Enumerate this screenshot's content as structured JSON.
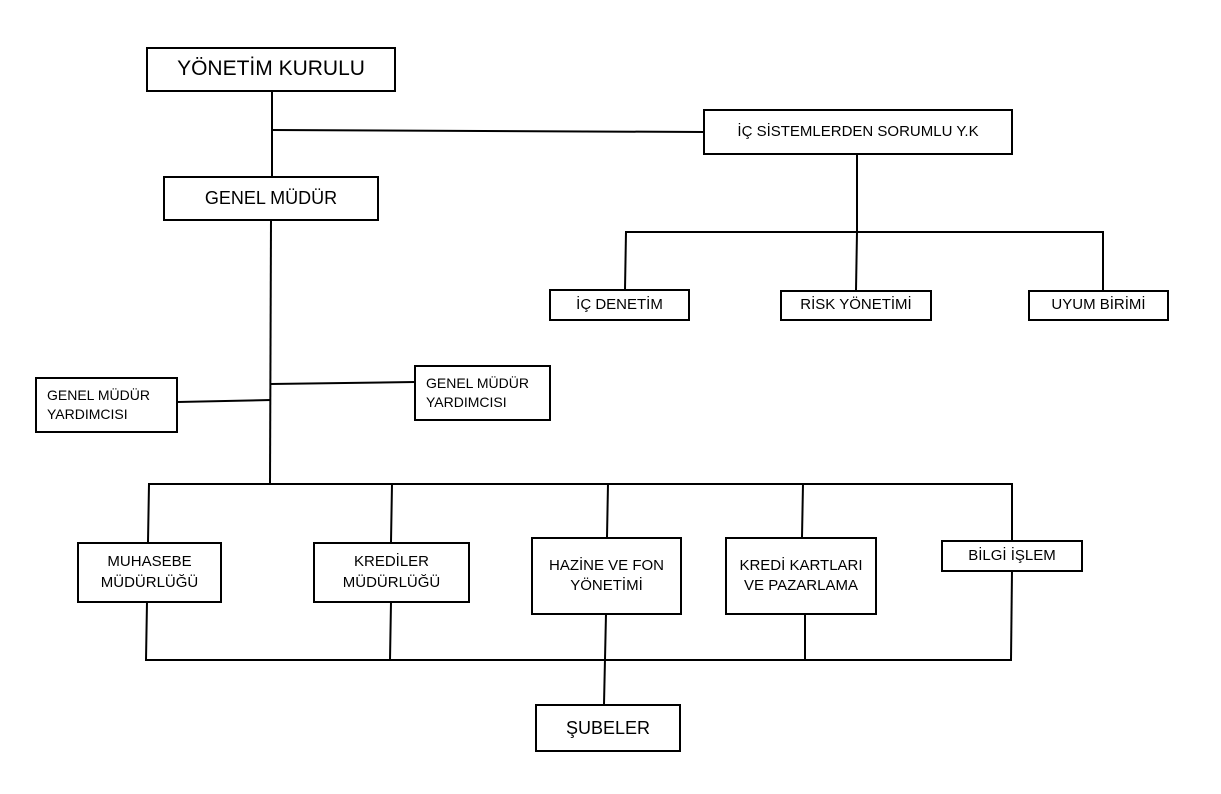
{
  "nodes": {
    "board": "YÖNETİM KURULU",
    "internal_systems": "İÇ SİSTEMLERDEN SORUMLU Y.K",
    "general_manager": "GENEL MÜDÜR",
    "internal_audit": "İÇ DENETİM",
    "risk_management": "RİSK YÖNETİMİ",
    "compliance": "UYUM BİRİMİ",
    "deputy_gm_left": "GENEL MÜDÜR\nYARDIMCISI",
    "deputy_gm_right": "GENEL MÜDÜR\nYARDIMCISI",
    "accounting": "MUHASEBE\nMÜDÜRLÜĞÜ",
    "loans": "KREDİLER\nMÜDÜRLÜĞÜ",
    "treasury": "HAZİNE VE FON\nYÖNETİMİ",
    "credit_cards": "KREDİ KARTLARI\nVE PAZARLAMA",
    "it": "BİLGİ İŞLEM",
    "branches": "ŞUBELER"
  },
  "colors": {
    "line": "#000000",
    "box_border": "#000000",
    "background": "#ffffff"
  }
}
